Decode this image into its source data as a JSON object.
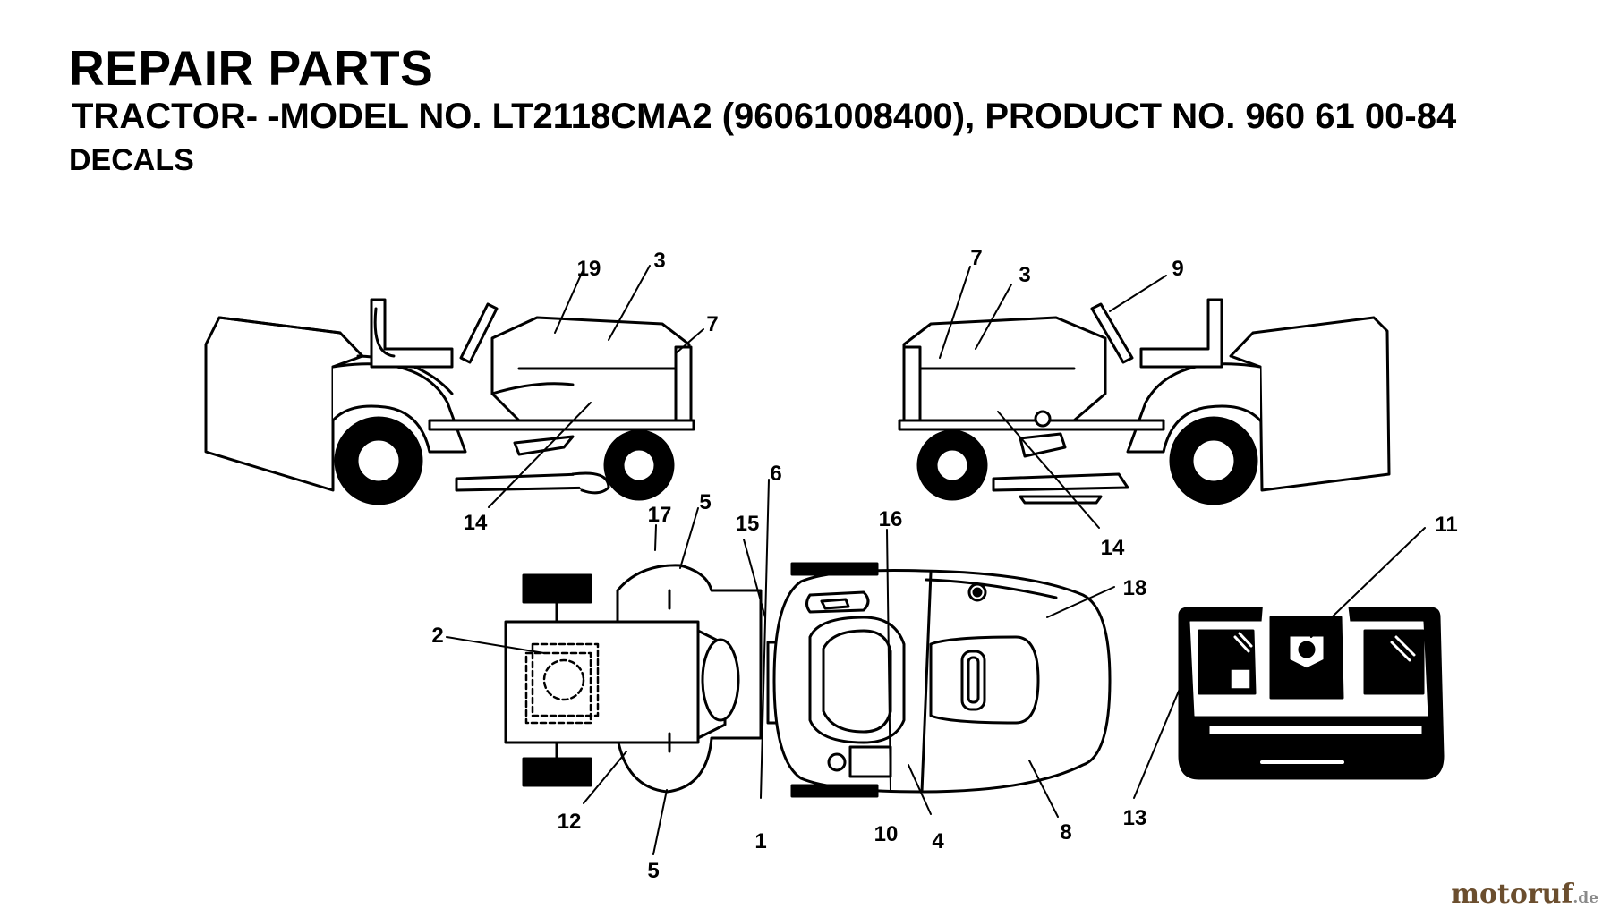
{
  "header": {
    "title": "REPAIR PARTS",
    "subtitle": "TRACTOR- -MODEL NO. LT2118CMA2 (96061008400), PRODUCT NO. 960 61 00-84",
    "section": "DECALS"
  },
  "callouts": {
    "c1": "1",
    "c2": "2",
    "c3a": "3",
    "c3b": "3",
    "c4": "4",
    "c5a": "5",
    "c5b": "5",
    "c6": "6",
    "c7a": "7",
    "c7b": "7",
    "c8": "8",
    "c9": "9",
    "c10": "10",
    "c11": "11",
    "c12": "12",
    "c13": "13",
    "c14a": "14",
    "c14b": "14",
    "c15": "15",
    "c16": "16",
    "c17": "17",
    "c18": "18",
    "c19": "19"
  },
  "watermark": {
    "brand": "motoruf",
    "tld": ".de"
  }
}
